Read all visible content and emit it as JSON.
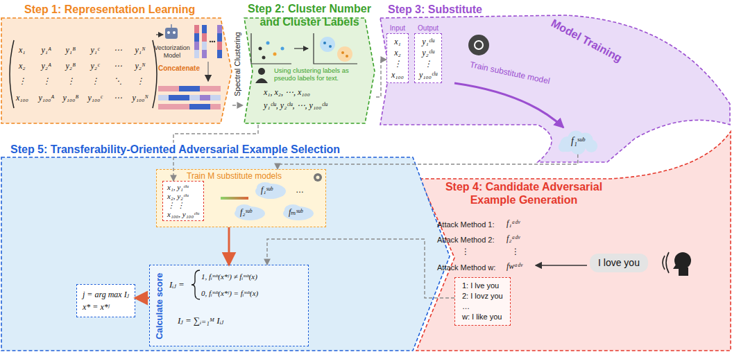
{
  "diagram": {
    "nodes": [
      {
        "text": [
          "Step 1: Representation Learning",
          "Vectorization Model",
          "Concatenate"
        ]
      },
      {
        "text": [
          "Step 2: Cluster Number and Cluster Labels",
          "Using clustering labels as pseudo labels for text.",
          "x₁, x₂, ⋯, x₁₀₀",
          "y₁ᶜˡᵘ, y₂ᶜˡᵘ, ⋯, y₁₀₀ᶜˡᵘ"
        ]
      },
      {
        "text": [
          "Step 3: Substitute",
          "Model Training",
          "Train substitute model"
        ]
      },
      {
        "text": [
          "Input",
          "x₁",
          "x₂",
          "⋮",
          "x₁₀₀"
        ],
        "in": 2
      },
      {
        "text": [
          "Output",
          "y₁ᶜˡᵘ",
          "y₂ᶜˡᵘ",
          "⋮",
          "y₁₀₀ᶜˡᵘ"
        ],
        "in": 2
      },
      {
        "text": [
          "f₁ˢᵘᵇ"
        ],
        "in": 2
      },
      {
        "text": [
          "Step 4: Candidate Adversarial Example Generation",
          "Attack Method 1:",
          "f₁ᵃᵈᵛ",
          "Attack Method 2:",
          "f₂ᵃᵈᵛ",
          "⋮",
          "⋮",
          "Attack Method w:",
          "fwᵃᵈᵛ"
        ]
      },
      {
        "text": [
          "I love you"
        ],
        "in": 6
      },
      {
        "text": [
          "1: I lve you",
          "2: I lovz you",
          "…",
          "w: I like you"
        ],
        "in": 6
      },
      {
        "text": [
          "Step 5: Transferability-Oriented Adversarial Example Selection"
        ]
      },
      {
        "text": [
          "Train M substitute models",
          "f₁ˢᵘᵇ",
          "f₂ˢᵘᵇ",
          "…",
          "fₘˢᵘᵇ"
        ],
        "in": 9
      },
      {
        "text": [
          "x₁, y₁ᶜˡᵘ",
          "x₂, y₂ᶜˡᵘ",
          "⋮ ⋮",
          "x₁₀₀, y₁₀₀ᶜˡᵘ"
        ],
        "in": 10
      },
      {
        "text": [
          "Calculate score",
          "Iᵢⱼ =",
          "1, fᵢˢᵘᵇ(x*ʲ) ≠ fᵢˢᵘᵇ(x)",
          "0, fᵢˢᵘᵇ(x*ʲ) = fᵢˢᵘᵇ(x)",
          "Iⱼ = ∑ᵢ₌₁ᴹ Iᵢⱼ"
        ],
        "in": 9
      },
      {
        "text": [
          "j = arg max Iⱼ",
          "x* = x*ʲ"
        ],
        "in": 9
      }
    ],
    "edges": [
      {
        "from": 0,
        "to": 1,
        "arrow": "to"
      },
      {
        "from": 1,
        "to": 3,
        "arrow": "to"
      },
      {
        "from": 1,
        "to": 11,
        "arrow": "to"
      },
      {
        "from": 5,
        "to": 10,
        "arrow": "to"
      },
      {
        "from": 10,
        "to": 12,
        "arrow": "to"
      },
      {
        "from": 8,
        "to": 12,
        "arrow": "to"
      },
      {
        "from": 12,
        "to": 13,
        "arrow": "to"
      }
    ],
    "labels": [
      "x₁",
      "y₁ᴬ",
      "y₁ᴮ",
      "y₁ᶜ",
      "⋯",
      "y₁ᴺ",
      "x₂",
      "y₂ᴬ",
      "y₂ᴮ",
      "y₂ᶜ",
      "⋯",
      "y₂ᴺ",
      "⋮",
      "⋮",
      "⋮",
      "⋮",
      "⋱",
      "⋮",
      "x₁₀₀",
      "y₁₀₀ᴬ",
      "y₁₀₀ᴮ",
      "y₁₀₀ᶜ",
      "⋯",
      "y₁₀₀ᴺ",
      "Spectral Clustering"
    ]
  }
}
